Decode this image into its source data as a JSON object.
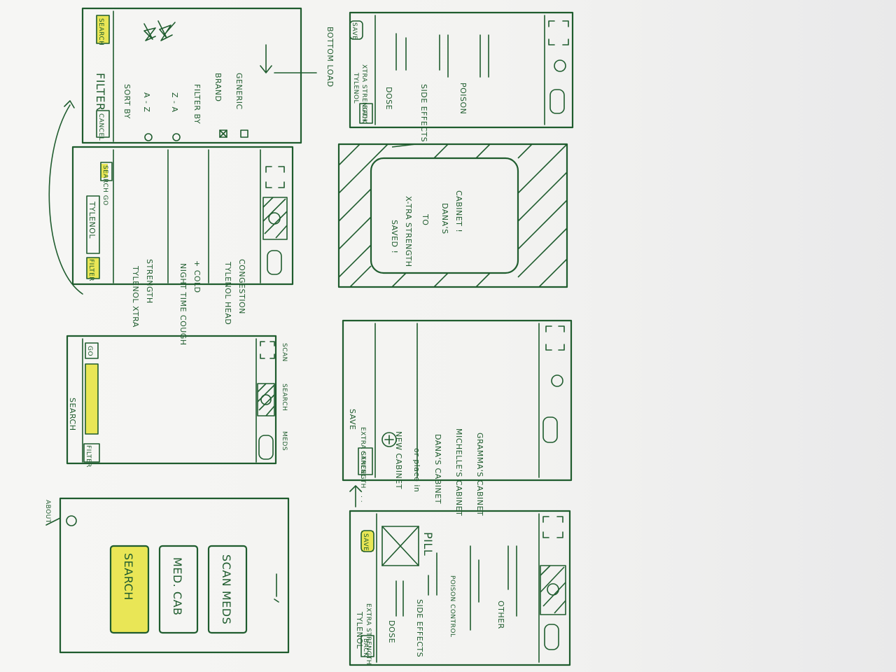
{
  "home": {
    "about": "ABOUT",
    "search": "SEARCH",
    "med_cab": "MED. CAB",
    "scan_meds": "SCAN MEDS"
  },
  "search_screen": {
    "title": "SEARCH",
    "filter": "FILTER",
    "go": "GO",
    "nav_meds": "MEDS",
    "nav_search": "SEARCH",
    "nav_scan": "SCAN"
  },
  "results": {
    "filter": "FILTER",
    "query": "TYLENOL",
    "search_go": "SEARCH GO",
    "items": [
      [
        "TYLENOL XTRA",
        "STRENGTH"
      ],
      [
        "NIGHT TIME COUGH",
        "+ COLD"
      ],
      [
        "TYLENOL HEAD",
        "CONGESTION"
      ]
    ]
  },
  "filter_screen": {
    "cancel": "CANCEL",
    "title": "FILTER",
    "search": "SEARCH",
    "sort_by": "SORT BY",
    "sort_az": "A - Z",
    "sort_za": "Z - A",
    "filter_by": "FILTER BY",
    "brand": "BRAND",
    "generic": "GENERIC"
  },
  "bottom_load": "BOTTOM LOAD",
  "detail": {
    "back": "BACK",
    "title": "TYLENOL",
    "subtitle": "EXTRA STRENGTH",
    "save": "SAVE",
    "pill": "PILL",
    "dose": "DOSE",
    "side_effects": "SIDE EFFECTS",
    "poison_control": "POISON CONTROL",
    "other": "OTHER"
  },
  "save_screen": {
    "cancel": "CANCEL",
    "title": "SAVE",
    "subtitle": "EXTRA STRENGTH . . .",
    "new_cabinet": "NEW CABINET",
    "or_place_in": "or place in",
    "cabinets": [
      "DANA'S CABINET",
      "MICHELLE'S CABINET",
      "GRAMMA'S CABINET"
    ]
  },
  "saved_dialog": {
    "lines": [
      "SAVED !",
      "X-TRA STRENGTH",
      "TO",
      "DANA'S",
      "CABINET !"
    ]
  },
  "detail_small": {
    "back": "BACK",
    "title": "TYLENOL",
    "subtitle": "XTRA STRENGTH",
    "save": "SAVE",
    "dose": "DOSE",
    "side_effects": "SIDE EFFECTS",
    "poison": "POISON"
  },
  "colors": {
    "ink": "#1f5c2e",
    "highlight": "#e6e33a",
    "paper": "#f4f4f2"
  }
}
